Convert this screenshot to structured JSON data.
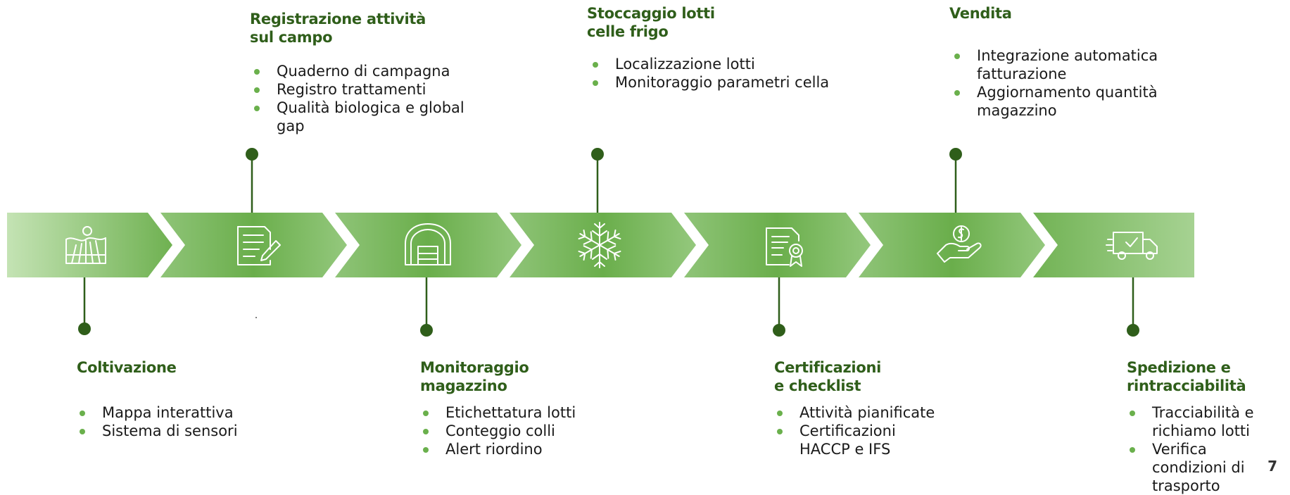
{
  "colors": {
    "arrow_light": "#b5dba2",
    "arrow_dark": "#6ab04c",
    "connector": "#2f5e1a",
    "title": "#2f5e1a",
    "bullet": "#6ab04c"
  },
  "stages": [
    {
      "icon": "field-icon",
      "position": "bottom",
      "title": [
        "Coltivazione"
      ],
      "items": [
        "Mappa interattiva",
        "Sistema di sensori"
      ]
    },
    {
      "icon": "document-edit-icon",
      "position": "top",
      "title": [
        "Registrazione attività",
        "sul campo"
      ],
      "items": [
        "Quaderno di campagna",
        "Registro trattamenti",
        "Qualità biologica e  global gap"
      ]
    },
    {
      "icon": "warehouse-icon",
      "position": "bottom",
      "title": [
        "Monitoraggio",
        "magazzino"
      ],
      "items": [
        "Etichettatura lotti",
        "Conteggio colli",
        "Alert riordino"
      ]
    },
    {
      "icon": "snowflake-icon",
      "position": "top",
      "title": [
        "Stoccaggio lotti",
        "celle frigo"
      ],
      "items": [
        "Localizzazione lotti",
        "Monitoraggio parametri cella"
      ]
    },
    {
      "icon": "certificate-icon",
      "position": "bottom",
      "title": [
        "Certificazioni",
        "e checklist"
      ],
      "items": [
        "Attività pianificate",
        "Certificazioni HACCP e IFS"
      ]
    },
    {
      "icon": "hand-money-icon",
      "position": "top",
      "title": [
        "Vendita"
      ],
      "items": [
        "Integrazione automatica fatturazione",
        "Aggiornamento quantità magazzino"
      ]
    },
    {
      "icon": "delivery-truck-icon",
      "position": "bottom",
      "title": [
        "Spedizione e",
        "rintracciabilità"
      ],
      "items": [
        "Tracciabilità e richiamo lotti",
        "Verifica condizioni di trasporto"
      ]
    }
  ],
  "page_number": "7"
}
